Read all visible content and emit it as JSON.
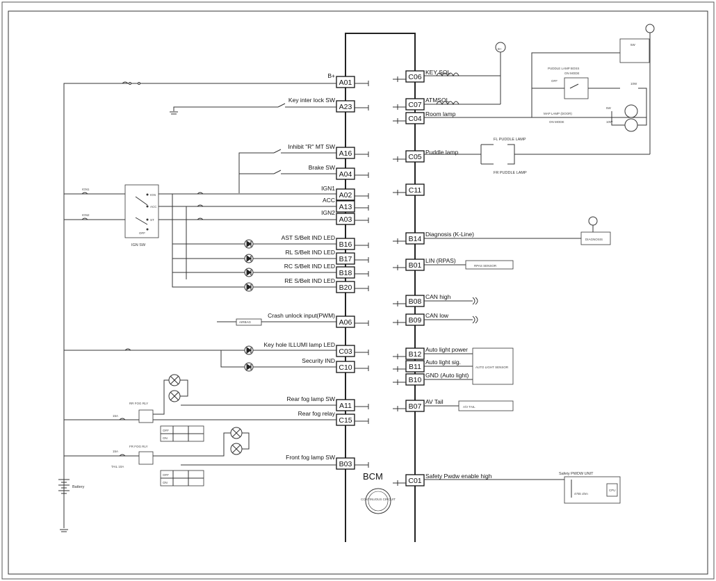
{
  "diagram": {
    "module_label": "BCM",
    "module_badge": "CONTINUOUS\nCIRCUIT",
    "left_pins": [
      {
        "pin": "A01",
        "label": "B+"
      },
      {
        "pin": "A23",
        "label": "Key inter lock SW"
      },
      {
        "pin": "A16",
        "label": "Inhibit \"R\" MT SW"
      },
      {
        "pin": "A04",
        "label": "Brake SW"
      },
      {
        "pin": "A02",
        "label": "IGN1"
      },
      {
        "pin": "A13",
        "label": "ACC"
      },
      {
        "pin": "A03",
        "label": "IGN2"
      },
      {
        "pin": "B16",
        "label": "AST S/Belt IND LED"
      },
      {
        "pin": "B17",
        "label": "RL S/Belt IND LED"
      },
      {
        "pin": "B18",
        "label": "RC S/Belt IND LED"
      },
      {
        "pin": "B20",
        "label": "RE S/Belt IND LED"
      },
      {
        "pin": "A06",
        "label": "Crash unlock input(PWM)"
      },
      {
        "pin": "C03",
        "label": "Key hole ILLUMI lamp LED"
      },
      {
        "pin": "C10",
        "label": "Security IND"
      },
      {
        "pin": "A11",
        "label": "Rear fog lamp SW"
      },
      {
        "pin": "C15",
        "label": "Rear fog relay"
      },
      {
        "pin": "B03",
        "label": "Front fog lamp SW"
      }
    ],
    "right_pins": [
      {
        "pin": "C06",
        "label": "KEY SOL"
      },
      {
        "pin": "C07",
        "label": "ATMSOL"
      },
      {
        "pin": "C04",
        "label": "Room lamp"
      },
      {
        "pin": "C05",
        "label": "Puddle lamp"
      },
      {
        "pin": "C11",
        "label": ""
      },
      {
        "pin": "B14",
        "label": "Diagnosis (K-Line)"
      },
      {
        "pin": "B01",
        "label": "LIN (RPAS)"
      },
      {
        "pin": "B08",
        "label": "CAN high"
      },
      {
        "pin": "B09",
        "label": "CAN low"
      },
      {
        "pin": "B12",
        "label": "Auto light power"
      },
      {
        "pin": "B11",
        "label": "Auto light sig."
      },
      {
        "pin": "B10",
        "label": "GND (Auto light)"
      },
      {
        "pin": "B07",
        "label": "AV Tail"
      },
      {
        "pin": "C01",
        "label": "Safety Pwdw enable high"
      }
    ],
    "components": {
      "battery": "Battery",
      "ign_switch": "IGN SW",
      "rpas_sensor": "RPAS SENSOR",
      "auto_light_sensor": "AUTO LIGHT SENSOR",
      "av_tail": "A/V TAIL",
      "safety_unit": "Safety PWDW UNIT",
      "safety_unit_cpu": "CPU",
      "safety_unit_res": "475k ohm",
      "diag_conn": "DIAGNOSIS",
      "crash_unit": "AIRBAG",
      "fl_puddle": "FL PUDDLE LAMP",
      "fr_puddle": "FR PUDDLE LAMP",
      "puddle_sw": "PUDDLE LAMP BOSS",
      "puddle_sw_on": "ON MODE",
      "puddle_sw_off": "OFF",
      "map_lamp": "MAP LAMP (DOOR)",
      "map_lamp_mode": "ON MODE",
      "lamp_a": "5W",
      "lamp_b": "10W",
      "lamp_c": "5W",
      "lamp_d": "10W",
      "rr_fog_relay": "RR FOG RLY",
      "fr_fog_relay": "FR FOG RLY",
      "fuse_a": "15A",
      "fuse_b": "15A",
      "fuse_tail": "TAIL 10A",
      "fuse_ign1": "IGN1",
      "fuse_ign2": "IGN2",
      "sw_ign": "IGN",
      "sw_acc": "ACC",
      "sw_start": "ST",
      "sw_off": "OFF",
      "batt_node": "B+",
      "fog_off": "OFF",
      "fog_on": "ON"
    }
  }
}
